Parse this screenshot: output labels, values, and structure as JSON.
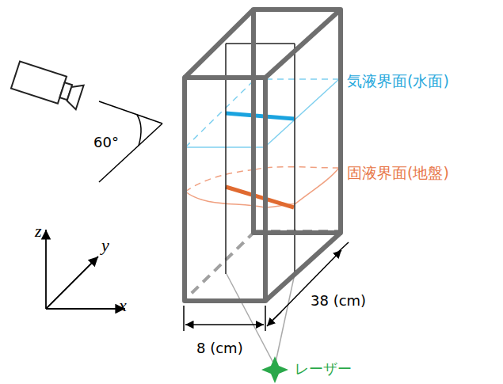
{
  "diagram": {
    "labels": [
      "60°",
      "z",
      "y",
      "x",
      "気液界面(水面)",
      "固液界面(地盤)",
      "38 (cm)",
      "8 (cm)",
      "レーザー"
    ]
  }
}
